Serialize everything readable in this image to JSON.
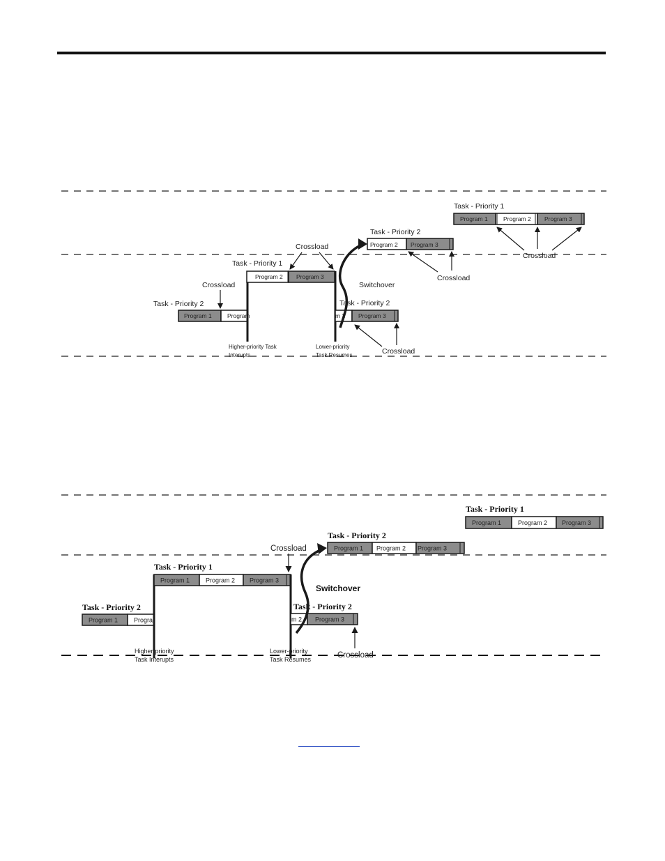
{
  "diagram_top": {
    "task_priority_1": "Task - Priority 1",
    "task_priority_2": "Task - Priority 2",
    "program_1": "Program 1",
    "program_2": "Program 2",
    "program_3": "Program 3",
    "program_truncated_left": "Program",
    "program_truncated_right": "m 2",
    "crossload": "Crossload",
    "switchover": "Switchover",
    "higher_priority_line1": "Higher-priority Task",
    "higher_priority_line2": "Interupts",
    "lower_priority_line1": "Lower-priority",
    "lower_priority_line2": "Task Resumes"
  },
  "diagram_bottom": {
    "task_priority_1": "Task - Priority 1",
    "task_priority_2": "Task - Priority 2",
    "program_1": "Program 1",
    "program_2": "Program 2",
    "program_3": "Program 3",
    "program_truncated_left": "Progra",
    "program_truncated_right": "m 2",
    "crossload": "Crossload",
    "switchover": "Switchover",
    "higher_priority_line1": "Higher-priority",
    "higher_priority_line2": "Task Interupts",
    "lower_priority_line1": "Lower-priority",
    "lower_priority_line2": "Task Resumes"
  },
  "colors": {
    "program_dark": "#8c8c8c",
    "program_light": "#ffffff",
    "line": "#1a1a1a",
    "link": "#1a3fbf"
  }
}
